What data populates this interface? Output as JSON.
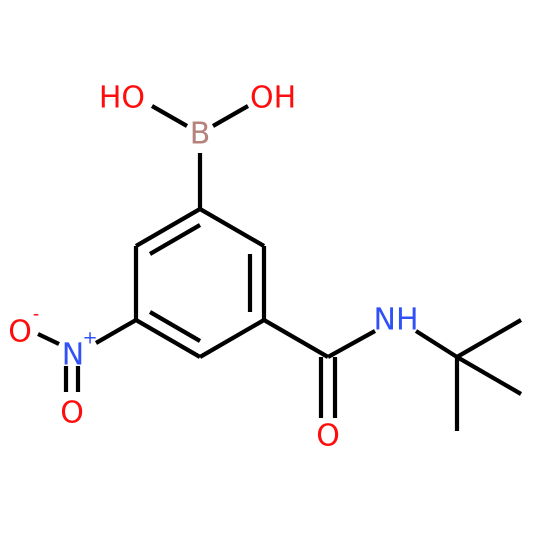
{
  "atoms": {
    "ho_left": {
      "text": "HO",
      "element": "O"
    },
    "ho_right": {
      "text": "OH",
      "element": "O"
    },
    "boron": {
      "text": "B",
      "element": "B"
    },
    "nitro_n": {
      "text": "N",
      "element": "N",
      "charge": "+"
    },
    "nitro_o1": {
      "text": "O",
      "element": "O",
      "charge": "-"
    },
    "nitro_o2": {
      "text": "O",
      "element": "O"
    },
    "amide_nh": {
      "text": "NH",
      "element": "N"
    },
    "amide_o": {
      "text": "O",
      "element": "O"
    }
  },
  "colors": {
    "bond": "#000000",
    "O": "#ff0d0d",
    "N": "#3050f8",
    "B": "#b5837b"
  }
}
